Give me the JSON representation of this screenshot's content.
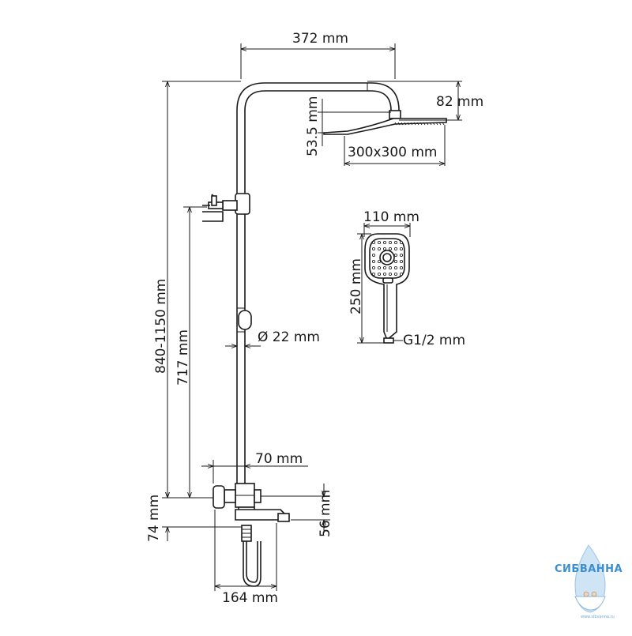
{
  "dimensions": {
    "arm_length": "372 mm",
    "head_offset": "82 mm",
    "head_thickness": "53.5 mm",
    "head_size": "300x300 mm",
    "hand_width": "110 mm",
    "hand_length": "250 mm",
    "hand_thread": "G1/2 mm",
    "pipe_diameter": "Ø 22 mm",
    "total_height": "840-1150 mm",
    "slider_height": "717 mm",
    "inlet_spacing": "70 mm",
    "mixer_height": "74 mm",
    "spout_height": "56 mm",
    "base_width": "164 mm"
  },
  "logo": {
    "name": "СИБВАННА",
    "url": "www.sibvanna.ru",
    "color": "#3b8fd0"
  }
}
